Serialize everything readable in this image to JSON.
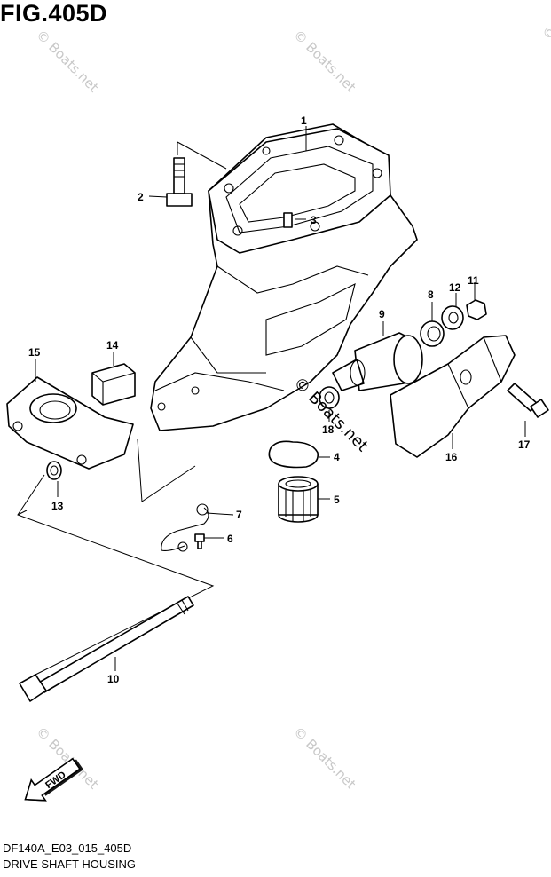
{
  "figure": {
    "title": "FIG.405D",
    "code": "DF140A_E03_015_405D",
    "name": "DRIVE SHAFT HOUSING"
  },
  "watermark": {
    "text": "© Boats.net",
    "color": "#c8c8c8"
  },
  "direction_badge": "FWD",
  "callouts": [
    "1",
    "2",
    "3",
    "4",
    "5",
    "6",
    "7",
    "8",
    "9",
    "10",
    "11",
    "12",
    "13",
    "14",
    "15",
    "16",
    "17",
    "18"
  ]
}
